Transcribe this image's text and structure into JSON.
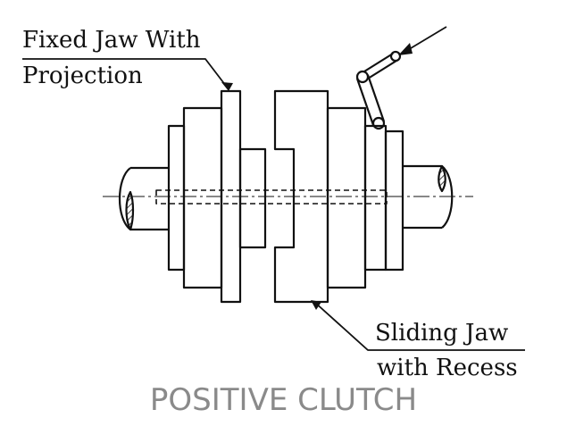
{
  "labels": {
    "fixed_jaw_line1": "Fixed Jaw With",
    "fixed_jaw_line2": "Projection",
    "sliding_jaw_line1": "Sliding Jaw",
    "sliding_jaw_line2": "with Recess"
  },
  "caption": "POSITIVE CLUTCH",
  "colors": {
    "ink": "#111111",
    "caption": "#8a8a8a"
  }
}
